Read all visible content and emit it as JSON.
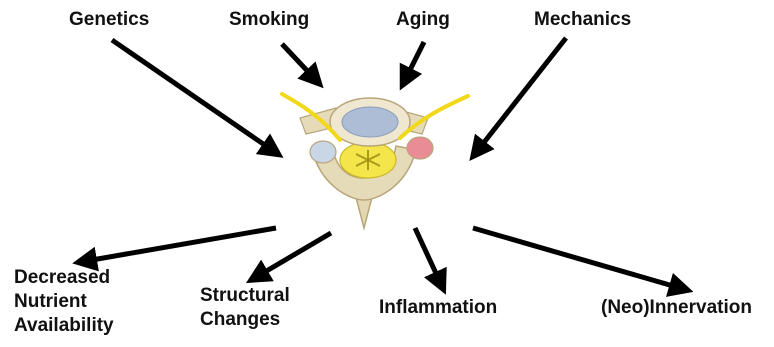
{
  "causes": {
    "genetics": "Genetics",
    "smoking": "Smoking",
    "aging": "Aging",
    "mechanics": "Mechanics"
  },
  "consequences": {
    "nutrient": [
      "Decreased",
      "Nutrient",
      "Availability"
    ],
    "structural": [
      "Structural",
      "Changes"
    ],
    "inflammation": "Inflammation",
    "innervation": "(Neo)Innervation"
  }
}
